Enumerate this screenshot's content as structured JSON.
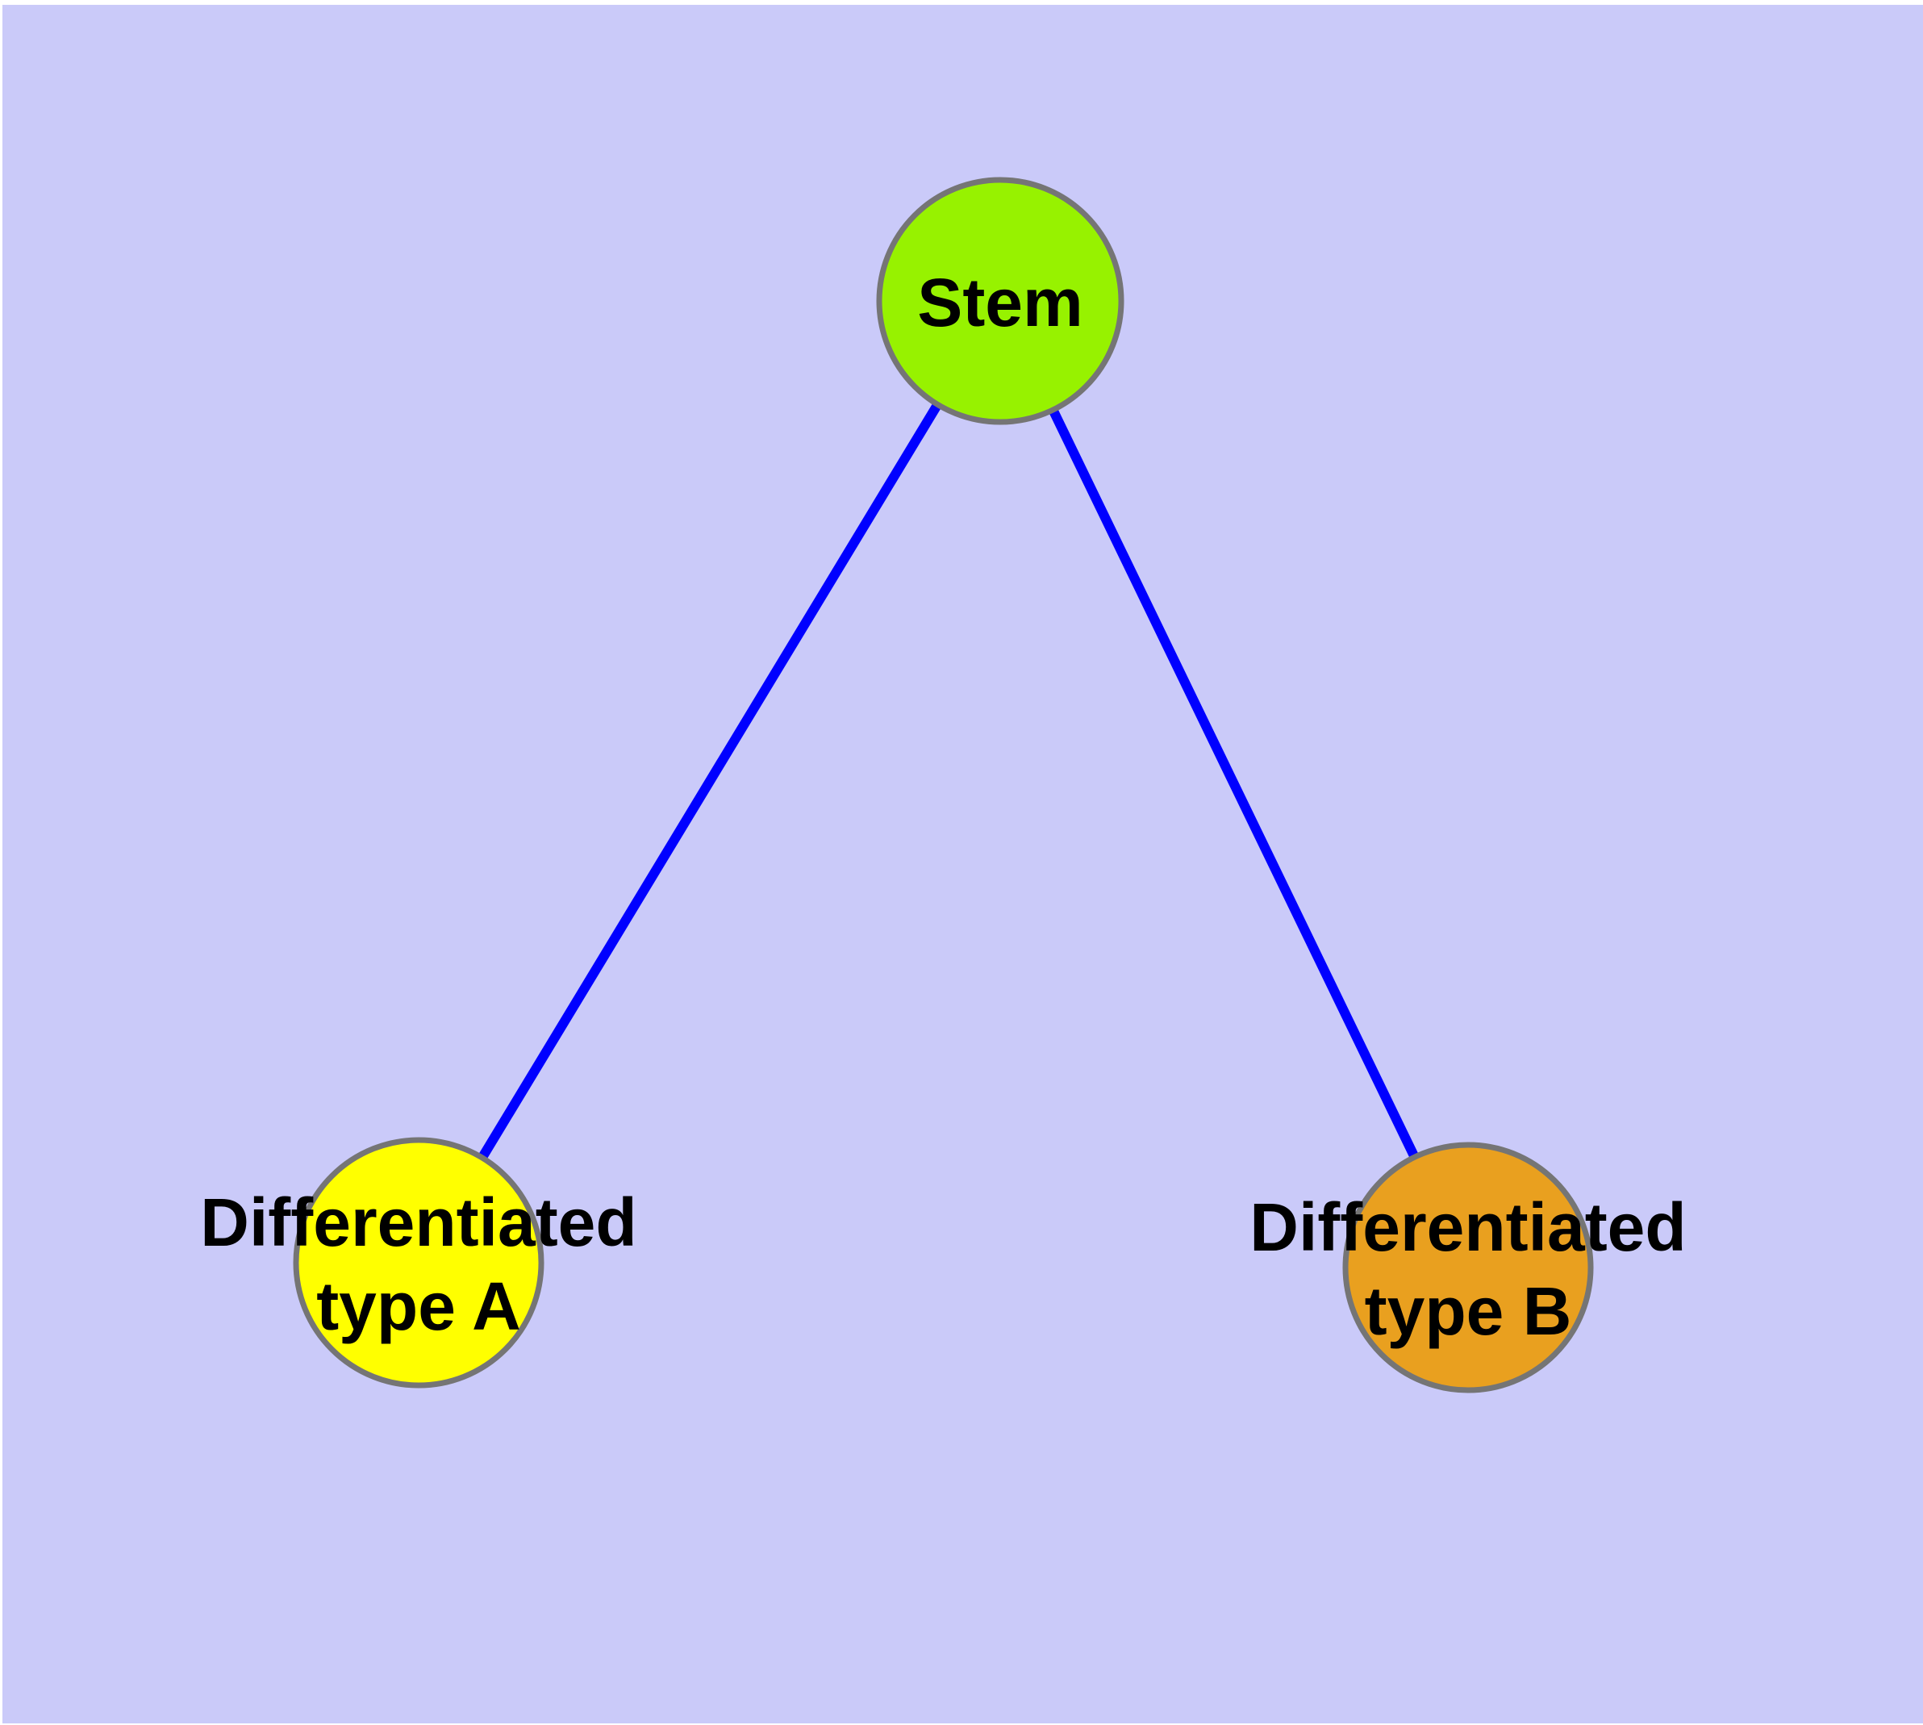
{
  "diagram": {
    "type": "graph",
    "title": "",
    "background_color": "#CACAF9",
    "frame_color": "#FFFFFF",
    "edge_color": "#0000FF",
    "node_border_color": "#757575",
    "label_color": "#000000",
    "nodes": [
      {
        "id": "stem",
        "label_lines": [
          "Stem"
        ],
        "fill": "#97F200"
      },
      {
        "id": "differentiated-type-a",
        "label_lines": [
          "Differentiated",
          "type A"
        ],
        "fill": "#FFFF00"
      },
      {
        "id": "differentiated-type-b",
        "label_lines": [
          "Differentiated",
          "type B"
        ],
        "fill": "#E9A01F"
      }
    ],
    "edges": [
      {
        "from": "stem",
        "to": "differentiated-type-a"
      },
      {
        "from": "stem",
        "to": "differentiated-type-b"
      }
    ]
  }
}
